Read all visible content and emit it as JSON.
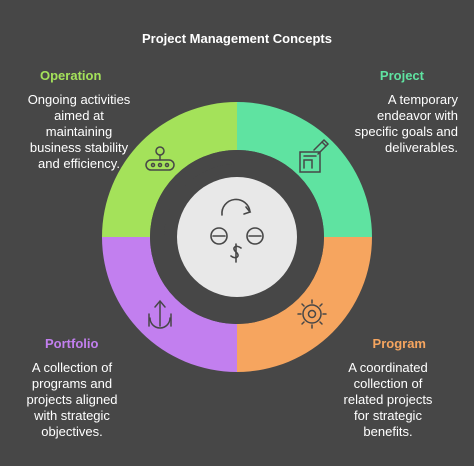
{
  "title": "Project Management Concepts",
  "colors": {
    "background": "#474747",
    "operation": "#a4e25a",
    "project": "#5fe3a1",
    "program": "#f6a55f",
    "portfolio": "#c27fef",
    "hub": "#e8e8e8",
    "ring_gap": "#474747"
  },
  "segments": [
    {
      "key": "operation",
      "heading": "Operation",
      "lines": [
        "Ongoing activities",
        "aimed at",
        "maintaining",
        "business stability",
        "and efficiency."
      ],
      "icon": "conveyor-belt-icon"
    },
    {
      "key": "project",
      "heading": "Project",
      "lines": [
        "A temporary",
        "endeavor with",
        "specific goals and",
        "deliverables."
      ],
      "icon": "blueprint-pencil-icon"
    },
    {
      "key": "portfolio",
      "heading": "Portfolio",
      "lines": [
        "A collection of",
        "programs and",
        "projects aligned",
        "with strategic",
        "objectives."
      ],
      "icon": "growth-arrow-icon"
    },
    {
      "key": "program",
      "heading": "Program",
      "lines": [
        "A coordinated",
        "collection of",
        "related projects",
        "for strategic",
        "benefits."
      ],
      "icon": "gear-sun-icon"
    }
  ],
  "hub_icon": "thinking-face-money-icon"
}
